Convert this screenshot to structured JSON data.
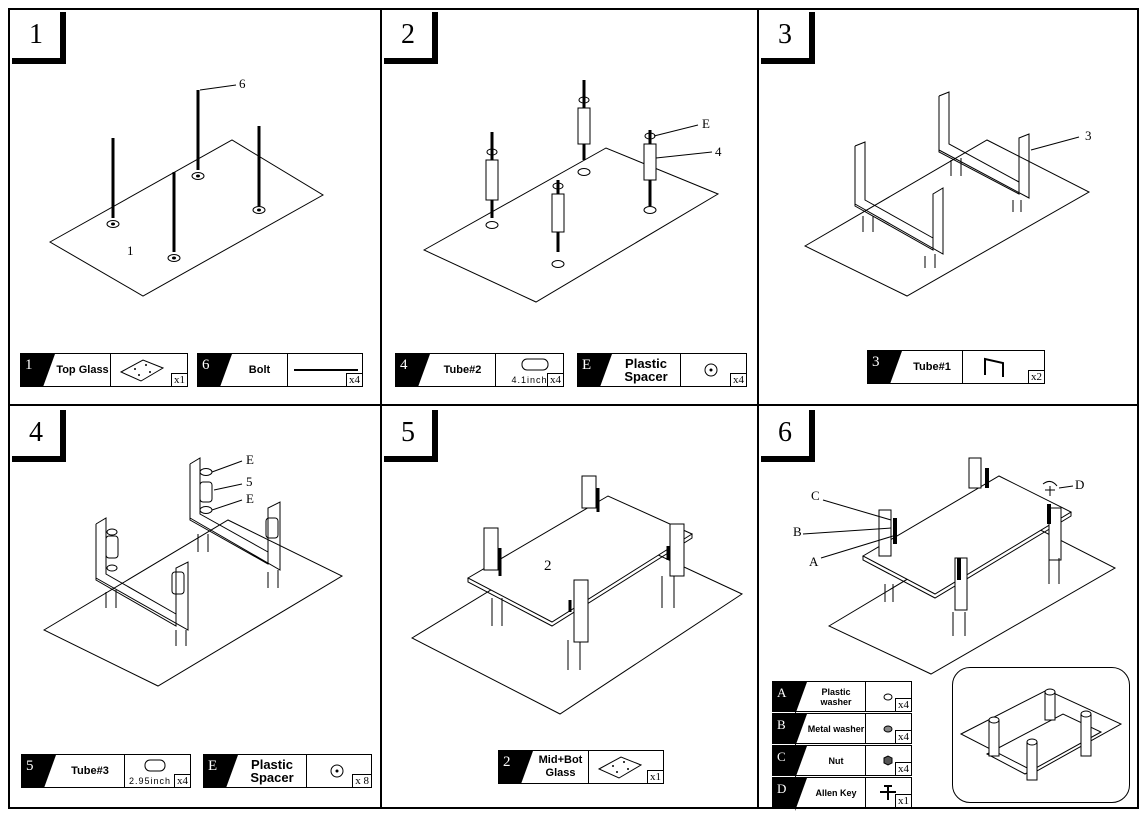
{
  "steps": [
    {
      "num": "1",
      "labels": [
        "6",
        "1"
      ],
      "parts": [
        {
          "code": "1",
          "name": "Top Glass",
          "qty": "x1"
        },
        {
          "code": "6",
          "name": "Bolt",
          "qty": "x4"
        }
      ]
    },
    {
      "num": "2",
      "labels": [
        "E",
        "4"
      ],
      "parts": [
        {
          "code": "4",
          "name": "Tube#2",
          "length": "4.1inch",
          "qty": "x4"
        },
        {
          "code": "E",
          "name": "Plastic Spacer",
          "qty": "x4"
        }
      ]
    },
    {
      "num": "3",
      "labels": [
        "3"
      ],
      "parts": [
        {
          "code": "3",
          "name": "Tube#1",
          "qty": "x2"
        }
      ]
    },
    {
      "num": "4",
      "labels": [
        "E",
        "5",
        "E"
      ],
      "parts": [
        {
          "code": "5",
          "name": "Tube#3",
          "length": "2.95inch",
          "qty": "x4"
        },
        {
          "code": "E",
          "name": "Plastic Spacer",
          "qty": "x 8"
        }
      ]
    },
    {
      "num": "5",
      "labels": [
        "2"
      ],
      "parts": [
        {
          "code": "2",
          "name": "Mid+Bot Glass",
          "qty": "x1"
        }
      ]
    },
    {
      "num": "6",
      "labels": [
        "C",
        "B",
        "A",
        "D"
      ],
      "parts": [
        {
          "code": "A",
          "name": "Plastic washer",
          "qty": "x4"
        },
        {
          "code": "B",
          "name": "Metal washer",
          "qty": "x4"
        },
        {
          "code": "C",
          "name": "Nut",
          "qty": "x4"
        },
        {
          "code": "D",
          "name": "Allen Key",
          "qty": "x1"
        }
      ]
    }
  ]
}
